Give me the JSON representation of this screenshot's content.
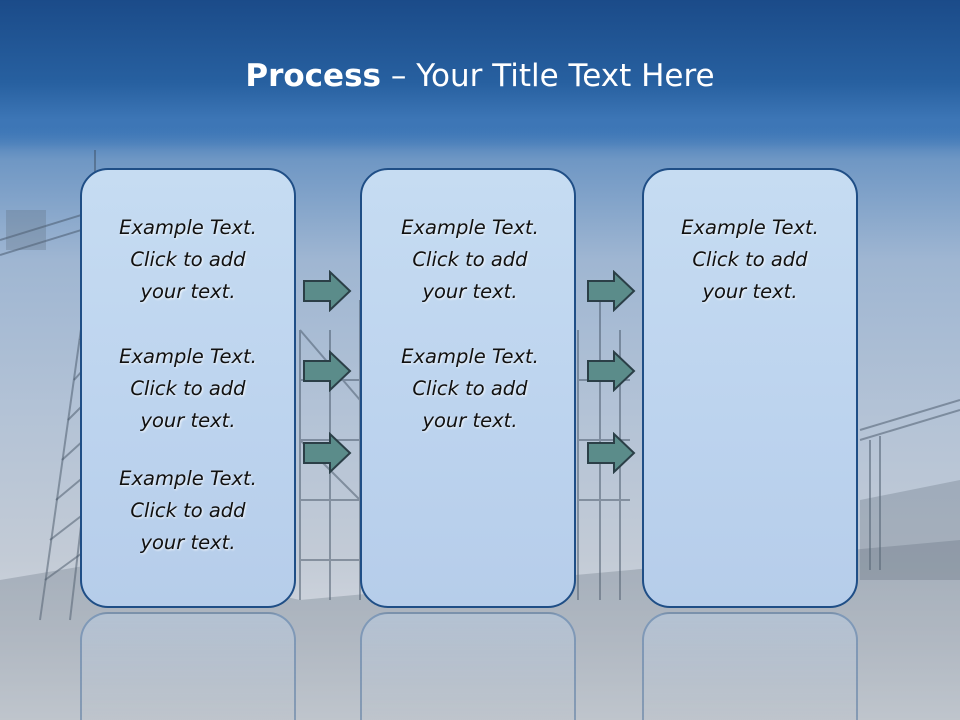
{
  "slide": {
    "title_bold": "Process",
    "title_rest": " – Your Title Text Here"
  },
  "columns": [
    {
      "blocks": [
        {
          "line1": "Example Text.",
          "line2": "Click  to add",
          "line3": "your text."
        },
        {
          "line1": "Example Text.",
          "line2": "Click  to add",
          "line3": "your text."
        },
        {
          "line1": "Example Text.",
          "line2": "Click  to add",
          "line3": "your text."
        }
      ]
    },
    {
      "blocks": [
        {
          "line1": "Example Text.",
          "line2": "Click  to add",
          "line3": "your text."
        },
        {
          "line1": "Example Text.",
          "line2": "Click  to add",
          "line3": "your text."
        }
      ]
    },
    {
      "blocks": [
        {
          "line1": "Example Text.",
          "line2": "Click  to add",
          "line3": "your text."
        }
      ]
    }
  ],
  "colors": {
    "arrow_fill": "#5b8c8a",
    "arrow_stroke": "#2b3f47",
    "box_border": "#1f4e86"
  },
  "icons": [
    "right-arrow-icon"
  ]
}
